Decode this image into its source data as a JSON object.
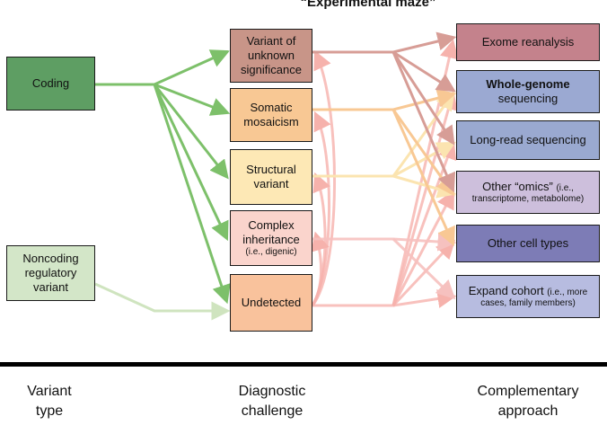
{
  "title": "“Experimental maze”",
  "columns": {
    "variant_type": [
      "Variant",
      "type"
    ],
    "diagnostic_challenge": [
      "Diagnostic",
      "challenge"
    ],
    "complementary_approach": [
      "Complementary",
      "approach"
    ]
  },
  "variant_types": {
    "coding": {
      "label": "Coding",
      "color": "#5e9e63"
    },
    "noncoding": {
      "label": [
        "Noncoding",
        "regulatory",
        "variant"
      ],
      "color": "#d3e6c8"
    }
  },
  "challenges": {
    "vus": {
      "label": [
        "Variant of",
        "unknown",
        "significance"
      ],
      "color": "#c89588"
    },
    "somatic": {
      "label": [
        "Somatic",
        "mosaicism"
      ],
      "color": "#f8c894"
    },
    "structural": {
      "label": [
        "Structural",
        "variant"
      ],
      "color": "#fde8b5"
    },
    "complex": {
      "label": [
        "Complex",
        "inheritance"
      ],
      "note": "(i.e., digenic)",
      "color": "#fad4cc"
    },
    "undetected": {
      "label": "Undetected",
      "color": "#f9c29c"
    }
  },
  "approaches": {
    "exome": {
      "label": "Exome reanalysis",
      "color": "#c4828c"
    },
    "wgs": {
      "label": [
        "Whole-genome",
        "sequencing"
      ],
      "color": "#9ba9d2"
    },
    "longread": {
      "label": "Long-read sequencing",
      "color": "#9aa9d0"
    },
    "omics": {
      "label": "Other “omics”",
      "note1": "(i.e.,",
      "note2": "transcriptome, metabolome)",
      "color": "#cdbfdc"
    },
    "celltypes": {
      "label": "Other cell types",
      "color": "#7d7cb6"
    },
    "cohort": {
      "label": "Expand cohort",
      "note1": "(i.e., more",
      "note2": "cases, family members)",
      "color": "#b7bce0"
    }
  },
  "arrow_colors": {
    "green": "#7dc06a",
    "light_green": "#cfe4bf",
    "vus": "#d79d96",
    "somatic": "#f8c894",
    "structural": "#fbe4b0",
    "complex": "#f6c1bf",
    "undetected": "#f6b2ac"
  }
}
